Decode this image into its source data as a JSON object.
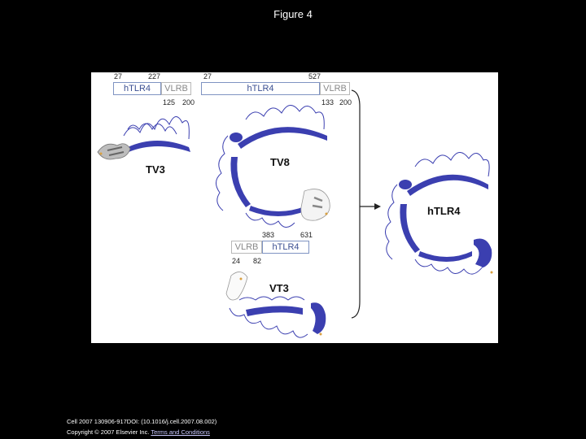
{
  "header": {
    "title": "Figure 4"
  },
  "figure": {
    "constructs": [
      {
        "name": "TV3",
        "domains": [
          {
            "label": "hTLR4",
            "start": "27",
            "end": "227"
          },
          {
            "label": "VLRB",
            "start": "125",
            "end": "200"
          }
        ]
      },
      {
        "name": "TV8",
        "domains": [
          {
            "label": "hTLR4",
            "start": "27",
            "end": "527"
          },
          {
            "label": "VLRB",
            "start": "133",
            "end": "200"
          }
        ]
      },
      {
        "name": "VT3",
        "domains": [
          {
            "label": "VLRB",
            "start": "24",
            "end": "82"
          },
          {
            "label": "hTLR4",
            "start": "383",
            "end": "631"
          }
        ]
      }
    ],
    "result": {
      "name": "hTLR4"
    },
    "colors": {
      "tlr4": "#3b3fb0",
      "vlrb": "#8a8a8a",
      "disulfide": "#d9a040",
      "panel_bg": "#ffffff"
    }
  },
  "footer": {
    "citation": "Cell 2007 130906-917DOI: (10.1016/j.cell.2007.08.002)",
    "copyright": "Copyright © 2007 Elsevier Inc.",
    "terms_link": "Terms and Conditions"
  }
}
